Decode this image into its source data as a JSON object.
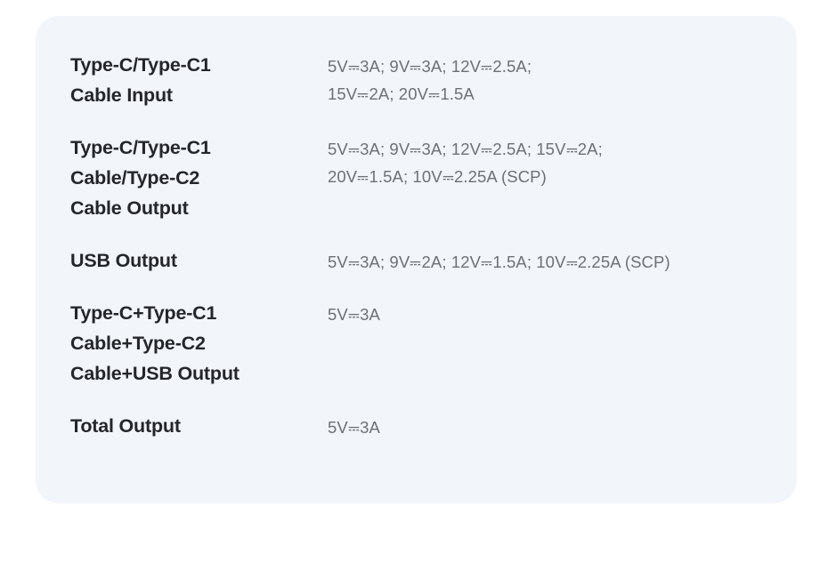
{
  "card": {
    "background_color": "#F2F6FB",
    "label_color": "#24262A",
    "value_color": "#6D7176"
  },
  "spec_table": {
    "dc_symbol_name": "dc-current-icon",
    "rows": [
      {
        "label": "Type-C/Type-C1\nCable Input",
        "value_lines": [
          "5V⎓3A; 9V⎓3A; 12V⎓2.5A;",
          "15V⎓2A; 20V⎓1.5A"
        ]
      },
      {
        "label": "Type-C/Type-C1\nCable/Type-C2\nCable Output",
        "value_lines": [
          "5V⎓3A; 9V⎓3A; 12V⎓2.5A; 15V⎓2A;",
          "20V⎓1.5A; 10V⎓2.25A (SCP)"
        ]
      },
      {
        "label": "USB Output",
        "value_lines": [
          "5V⎓3A; 9V⎓2A; 12V⎓1.5A; 10V⎓2.25A (SCP)"
        ]
      },
      {
        "label": "Type-C+Type-C1\nCable+Type-C2\nCable+USB Output",
        "value_lines": [
          "5V⎓3A"
        ]
      },
      {
        "label": "Total Output",
        "value_lines": [
          "5V⎓3A"
        ]
      }
    ]
  }
}
